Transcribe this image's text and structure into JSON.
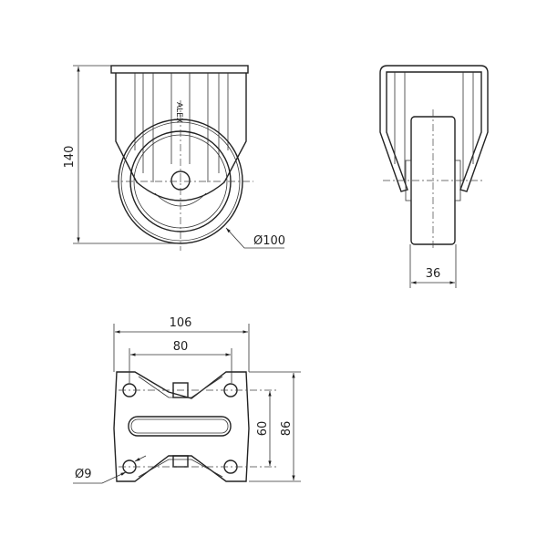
{
  "title": "Fixed castor technical drawing",
  "colors": {
    "line": "#222222",
    "background": "#ffffff"
  },
  "front_view": {
    "height_dim": "140",
    "wheel_diameter_dim": "Ø100",
    "brand_mark": "ALEX"
  },
  "side_view": {
    "wheel_width_dim": "36"
  },
  "top_plate_view": {
    "width_dim": "106",
    "hole_spacing_x_dim": "80",
    "hole_spacing_y_dim": "60",
    "length_dim": "86",
    "hole_diameter_dim": "Ø9"
  }
}
